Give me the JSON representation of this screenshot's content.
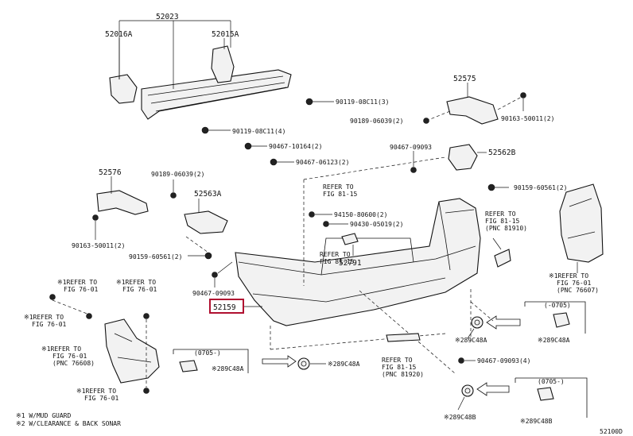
{
  "parts": {
    "p52023": "52023",
    "p52016A": "52016A",
    "p52015A": "52015A",
    "p90119_3": "90119-08C11(3)",
    "p90119_4": "90119-08C11(4)",
    "p52575": "52575",
    "p90189_r": "90189-06039(2)",
    "p90163_r": "90163-50011(2)",
    "p90467_10164": "90467-10164(2)",
    "p90467_06123": "90467-06123(2)",
    "p90467_09093_top": "90467-09093",
    "p52562B": "52562B",
    "p90159_r": "90159-60561(2)",
    "p52576": "52576",
    "p90189_l": "90189-06039(2)",
    "p52563A": "52563A",
    "p94150": "94150-80600(2)",
    "p90430": "90430-05019(2)",
    "p90163_l": "90163-50011(2)",
    "p90159_l": "90159-60561(2)",
    "p52791": "52791",
    "p90467_09093_mid": "90467-09093",
    "p52159": "52159",
    "p89C48A_1": "※289C48A",
    "p89C48A_2": "※289C48A",
    "p89C48A_3": "※289C48A",
    "p89C48A_4": "※289C48A",
    "p90467_09093_4": "90467-09093(4)",
    "p89C48B_1": "※289C48B",
    "p89C48B_2": "※289C48B",
    "fig_code": "52100D"
  },
  "refs": {
    "r81_15_top_1": "REFER TO",
    "r81_15_top_2": "FIG 81-15",
    "r81_15_mid_1": "REFER TO",
    "r81_15_mid_2": "FIG 81-15",
    "r81_15_right_1": "REFER TO",
    "r81_15_right_2": "FIG 81-15",
    "r81_15_right_3": "(PNC 81910)",
    "r81_15_bot_1": "REFER TO",
    "r81_15_bot_2": "FIG 81-15",
    "r81_15_bot_3": "(PNC 81920)",
    "r76_right_1": "※1REFER TO",
    "r76_right_2": "FIG 76-01",
    "r76_right_3": "(PNC 76607)",
    "r76_l1_1": "※1REFER TO",
    "r76_l1_2": "FIG 76-01",
    "r76_l2_1": "※1REFER TO",
    "r76_l2_2": "FIG 76-01",
    "r76_l3_1": "※1REFER TO",
    "r76_l3_2": "FIG 76-01",
    "r76_l4_1": "※1REFER TO",
    "r76_l4_2": "FIG 76-01",
    "r76_l4_3": "(PNC 76608)",
    "r76_l5_1": "※1REFER TO",
    "r76_l5_2": "FIG 76-01"
  },
  "dates": {
    "d1": "(-0705)",
    "d2": "(0705-)",
    "d3": "(0705-)"
  },
  "notes": {
    "n1": "※1 W/MUD GUARD",
    "n2": "※2 W/CLEARANCE & BACK SONAR"
  },
  "colors": {
    "highlight": "#b01030"
  }
}
